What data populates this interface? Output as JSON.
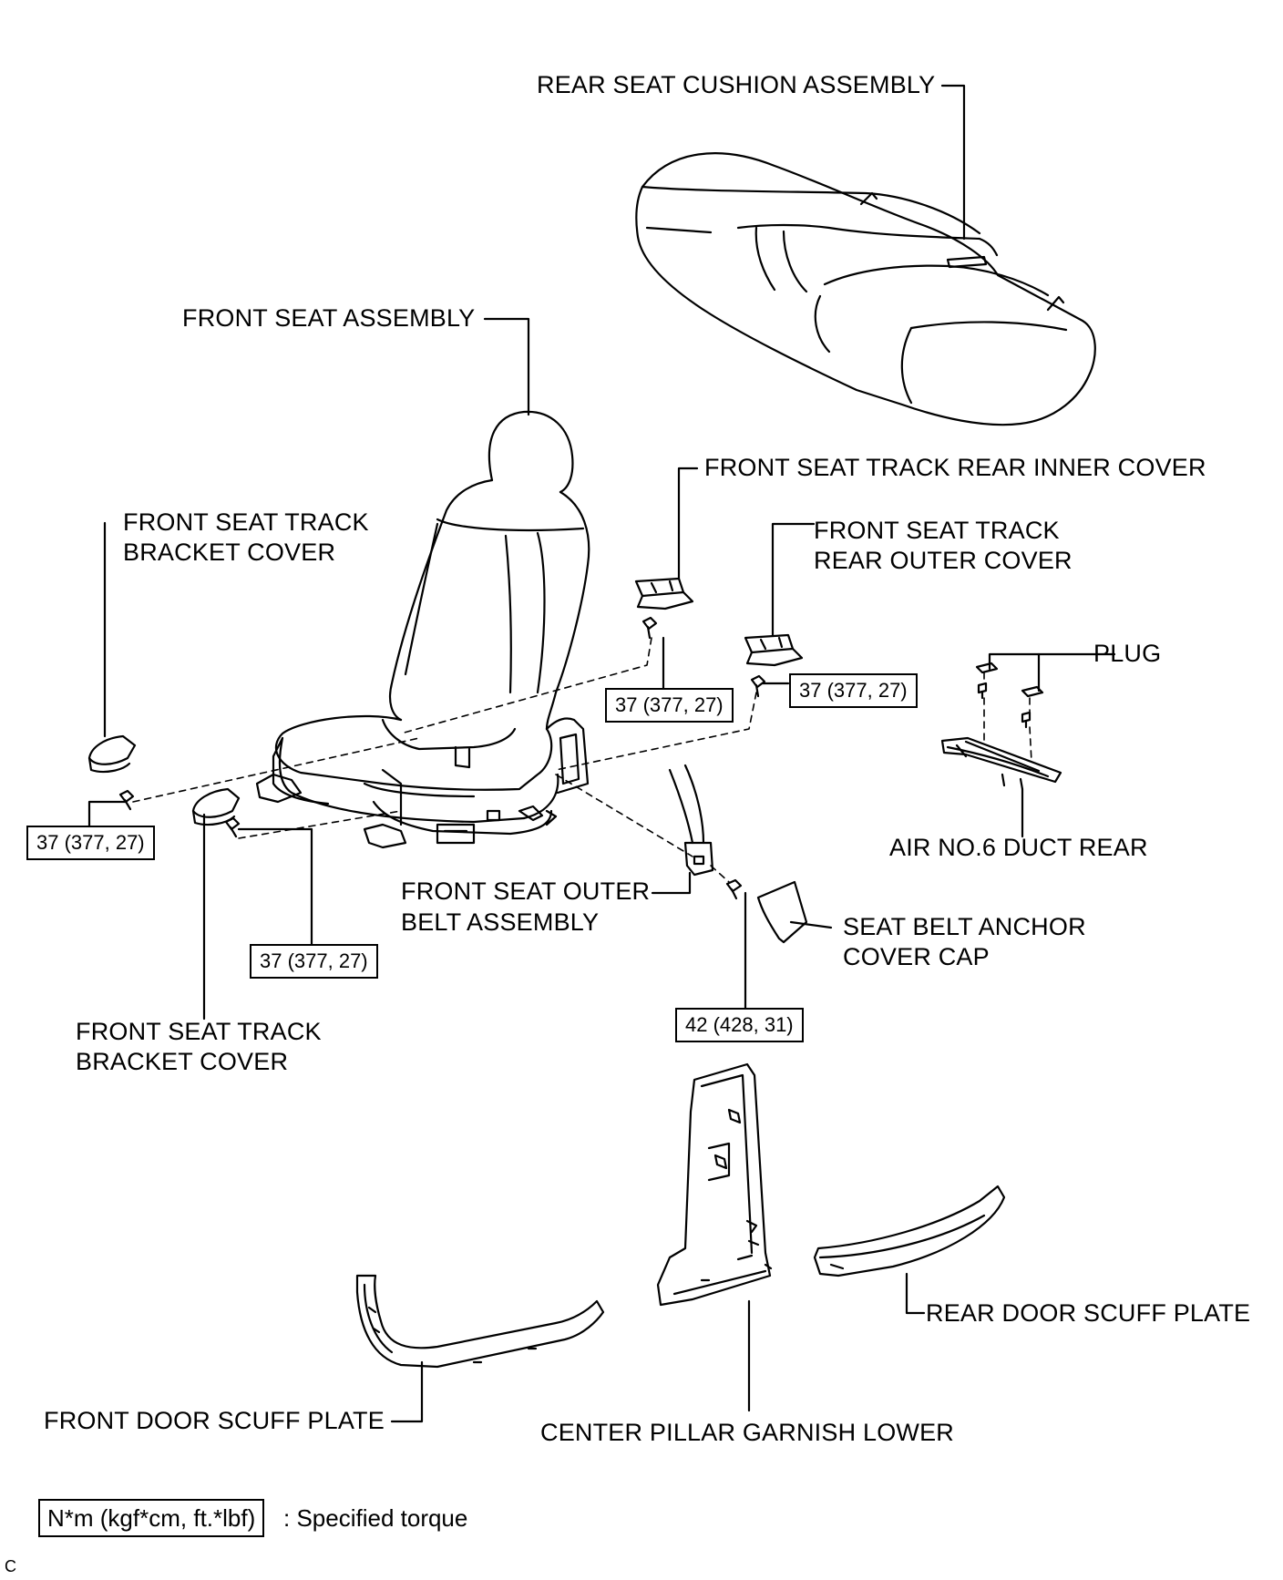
{
  "labels": {
    "rear_seat_cushion": "REAR SEAT CUSHION ASSEMBLY",
    "front_seat": "FRONT SEAT ASSEMBLY",
    "track_rear_inner": "FRONT SEAT TRACK REAR INNER COVER",
    "track_rear_outer_1": "FRONT SEAT TRACK",
    "track_rear_outer_2": "REAR OUTER COVER",
    "bracket_upper_1": "FRONT SEAT TRACK",
    "bracket_upper_2": "BRACKET COVER",
    "plug": "PLUG",
    "air_duct": "AIR NO.6 DUCT REAR",
    "outer_belt_1": "FRONT SEAT OUTER",
    "outer_belt_2": "BELT ASSEMBLY",
    "anchor_cap_1": "SEAT BELT ANCHOR",
    "anchor_cap_2": "COVER CAP",
    "bracket_lower_1": "FRONT SEAT TRACK",
    "bracket_lower_2": "BRACKET COVER",
    "front_scuff": "FRONT DOOR SCUFF PLATE",
    "pillar": "CENTER PILLAR GARNISH LOWER",
    "rear_scuff": "REAR DOOR SCUFF PLATE"
  },
  "torques": {
    "t_center": "37 (377, 27)",
    "t_right": "37 (377, 27)",
    "t_left": "37 (377, 27)",
    "t_lower": "37 (377, 27)",
    "t_anchor": "42 (428, 31)"
  },
  "legend": {
    "box": "N*m (kgf*cm, ft.*lbf)",
    "text": ": Specified torque"
  },
  "code": "C"
}
